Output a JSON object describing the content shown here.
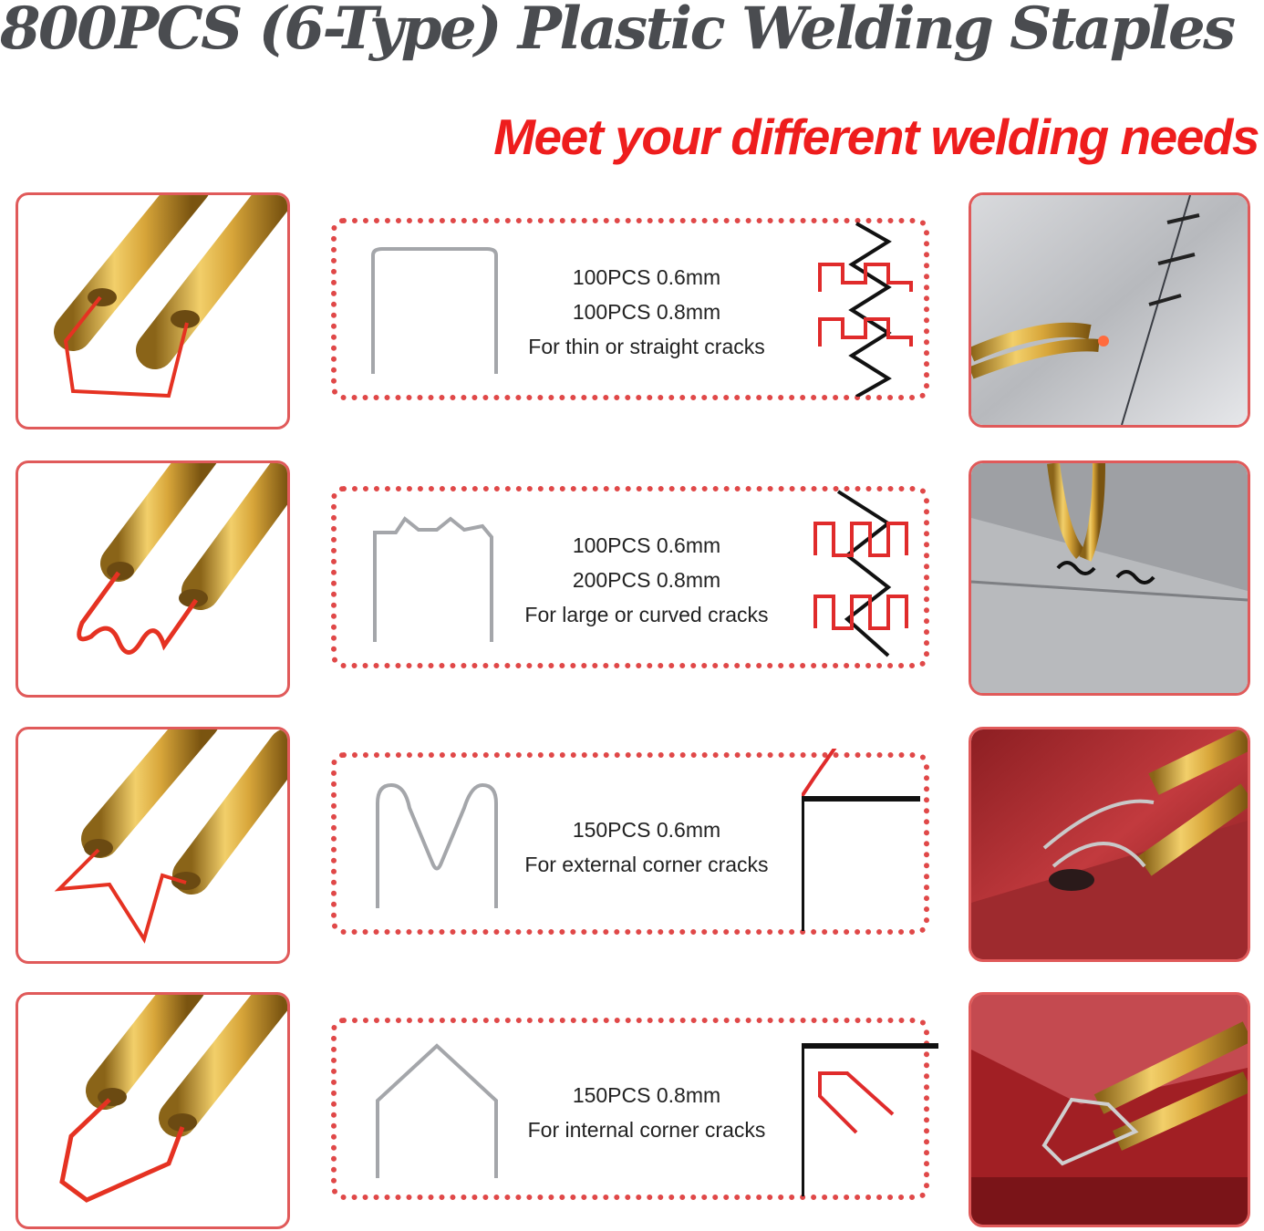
{
  "header": {
    "title": "800PCS (6-Type) Plastic Welding Staples",
    "subtitle": "Meet your different welding needs"
  },
  "rows": [
    {
      "staple_type": "flat",
      "lines": [
        "100PCS 0.6mm",
        "100PCS 0.8mm",
        "For thin or straight cracks"
      ],
      "photo": "straight-weld-photo"
    },
    {
      "staple_type": "wave",
      "lines": [
        "100PCS 0.6mm",
        "200PCS 0.8mm",
        "For large or curved cracks"
      ],
      "photo": "curved-weld-photo"
    },
    {
      "staple_type": "m",
      "lines": [
        "150PCS  0.6mm",
        "For external corner cracks"
      ],
      "photo": "external-corner-photo"
    },
    {
      "staple_type": "v",
      "lines": [
        "150PCS 0.8mm",
        "For internal corner cracks"
      ],
      "photo": "internal-corner-photo"
    }
  ],
  "colors": {
    "accent_red": "#ee1d1d",
    "border_red": "#e05a5a",
    "brass": "#c99a2e",
    "title_gray": "#4a4c50"
  }
}
